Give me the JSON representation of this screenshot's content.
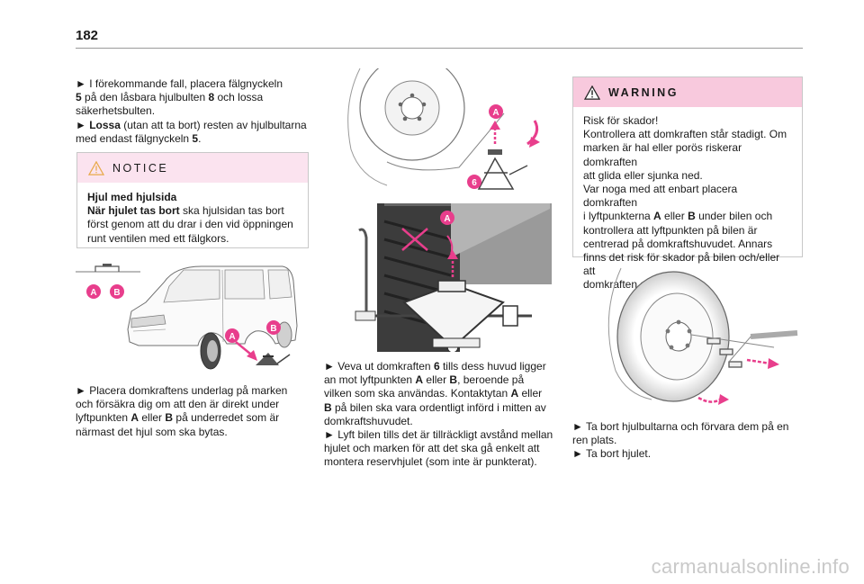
{
  "page": {
    "number": "182"
  },
  "col1": {
    "p1a": "► I förekommande fall, placera fälgnyckeln",
    "p1b_num": "5",
    "p1b_rest": " på den låsbara hjulbulten ",
    "p1b_num2": "8",
    "p1b_end": " och lossa",
    "p1c": "säkerhetsbulten.",
    "p2_arrow": "► ",
    "p2_bold": "Lossa",
    "p2_rest": " (utan att ta bort) resten av hjulbultarna",
    "p2b": "med endast fälgnyckeln ",
    "p2b_num": "5",
    "p2b_end": ".",
    "notice": {
      "title": "NOTICE",
      "heading": "Hjul med hjulsida",
      "l1_bold": "När hjulet tas bort",
      "l1_rest": " ska hjulsidan tas bort",
      "l2": "först genom att du drar i den vid öppningen",
      "l3": "runt ventilen med ett fälgkors."
    },
    "fig_labels": {
      "a1": "A",
      "b1": "B",
      "a2": "A",
      "b2": "B"
    },
    "p3a": "► Placera domkraftens underlag på marken",
    "p3b": "och försäkra dig om att den är direkt under",
    "p3c_a": "lyftpunkten ",
    "p3c_A": "A",
    "p3c_mid": " eller ",
    "p3c_B": "B",
    "p3c_end": " på underredet som är",
    "p3d": "närmast det hjul som ska bytas."
  },
  "col2": {
    "fig_labels": {
      "a_top": "A",
      "six": "6",
      "a_mid": "A"
    },
    "p1a_pre": "► Veva ut domkraften ",
    "p1a_num": "6",
    "p1a_end": " tills dess huvud ligger",
    "p1b_pre": "an mot lyftpunkten ",
    "p1b_A": "A",
    "p1b_mid": " eller ",
    "p1b_B": "B",
    "p1b_end": ", beroende på",
    "p1c_pre": "vilken som ska användas. Kontaktytan ",
    "p1c_A": "A",
    "p1c_end": " eller",
    "p1d_B": "B",
    "p1d_end": " på bilen ska vara ordentligt införd i mitten av",
    "p1e": "domkraftshuvudet.",
    "p2a": "► Lyft bilen tills det är tillräckligt avstånd mellan",
    "p2b": "hjulet och marken för att det ska gå enkelt att",
    "p2c": "montera reservhjulet (som inte är punkterat)."
  },
  "col3": {
    "warning": {
      "title": "WARNING",
      "l1": "Risk för skador!",
      "l2": "Kontrollera att domkraften står stadigt. Om",
      "l3": "marken är hal eller porös riskerar domkraften",
      "l4": "att glida eller sjunka ned.",
      "l5": "Var noga med att enbart placera domkraften",
      "l6_pre": "i lyftpunkterna ",
      "l6_A": "A",
      "l6_mid": " eller ",
      "l6_B": "B",
      "l6_end": " under bilen och",
      "l7": "kontrollera att lyftpunkten på bilen är",
      "l8": "centrerad på domkraftshuvudet. Annars",
      "l9": "finns det risk för skador på bilen och/eller att",
      "l10": "domkraften sjunker ihop."
    },
    "p1a": "► Ta bort hjulbultarna och förvara dem på en",
    "p1b": "ren plats.",
    "p2": "► Ta bort hjulet."
  },
  "watermark": "carmanualsonline.info",
  "colors": {
    "accent": "#e83e8c",
    "notice_bg": "#fbe3ef",
    "warning_bg": "#f8c9dd",
    "dark_photo": "#3c3c3c"
  }
}
